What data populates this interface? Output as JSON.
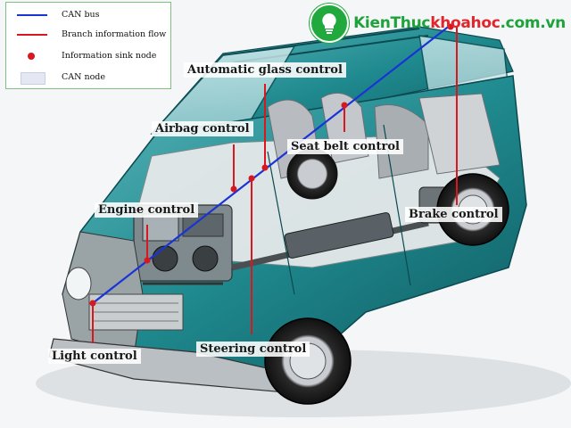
{
  "legend": {
    "items": [
      {
        "symbol": "line",
        "label": "CAN bus"
      },
      {
        "symbol": "branch",
        "label": "Branch information flow"
      },
      {
        "symbol": "dot",
        "label": "Information sink node"
      },
      {
        "symbol": "box",
        "label": "CAN node"
      }
    ]
  },
  "labels": {
    "automatic_glass": "Automatic glass control",
    "airbag": "Airbag control",
    "seat_belt": "Seat belt control",
    "engine": "Engine control",
    "brake": "Brake control",
    "light": "Light control",
    "steering": "Steering control"
  },
  "watermark": {
    "part1": "KienThuc",
    "part2": "khoahoc",
    "part3": ".com.vn"
  },
  "colors": {
    "can_bus": "#1a33d6",
    "branch": "#d8181e",
    "car_body": "#1e7f84",
    "brand_green": "#22a93d"
  }
}
